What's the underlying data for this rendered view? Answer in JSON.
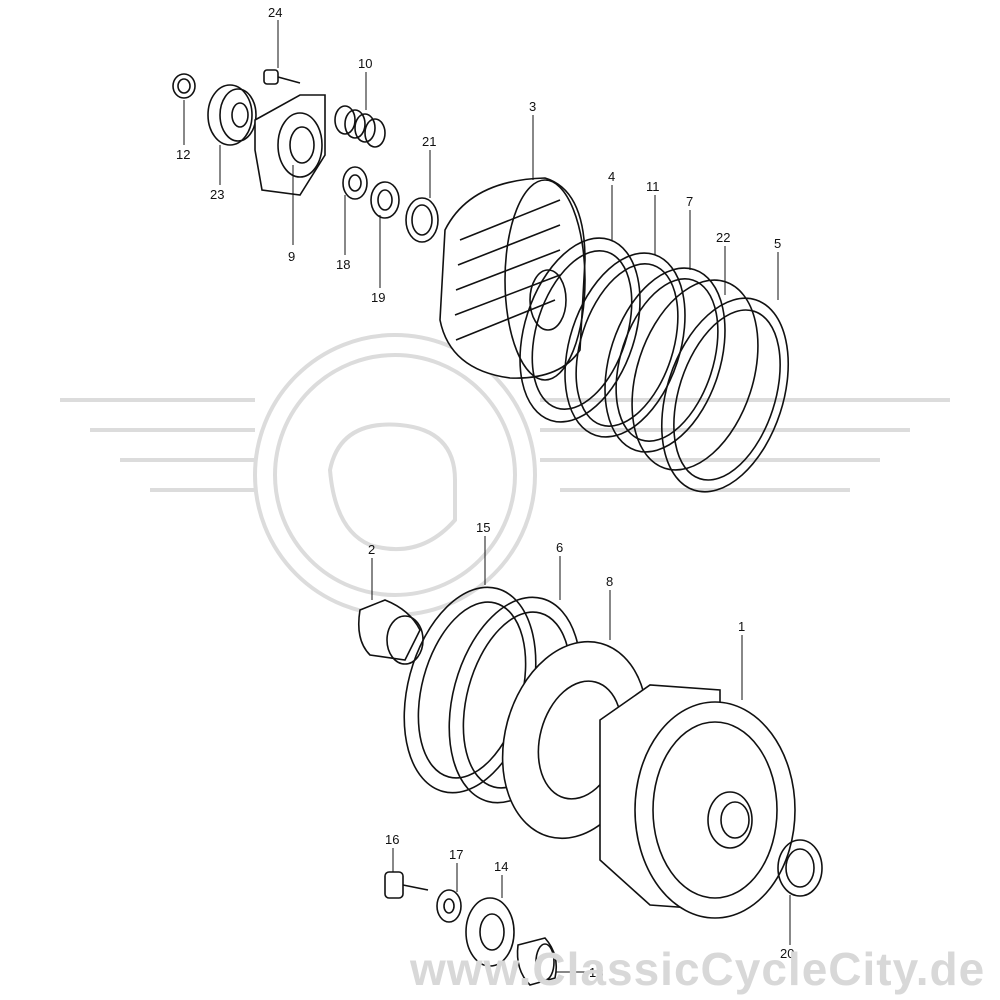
{
  "watermark": {
    "text": "www.ClassicCycleCity.de"
  },
  "colors": {
    "line": "#111111",
    "watermark": "#d8d8d8",
    "background": "#ffffff"
  },
  "callouts": {
    "p1": "1",
    "p2": "2",
    "p3": "3",
    "p4": "4",
    "p5": "5",
    "p6": "6",
    "p7": "7",
    "p8": "8",
    "p9": "9",
    "p10": "10",
    "p11": "11",
    "p12": "12",
    "p13": "13",
    "p14": "14",
    "p15": "15",
    "p16": "16",
    "p17": "17",
    "p18": "18",
    "p19": "19",
    "p20": "20",
    "p21": "21",
    "p22": "22",
    "p23": "23",
    "p24": "24"
  }
}
